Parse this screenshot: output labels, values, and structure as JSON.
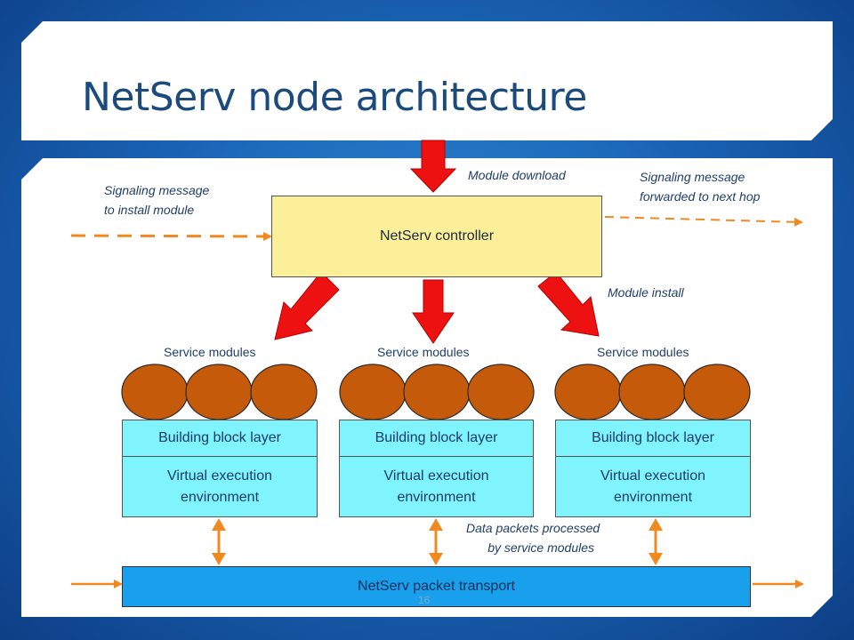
{
  "slide": {
    "title": "NetServ node architecture",
    "page_number": "16"
  },
  "labels": {
    "signal_install": [
      "Signaling message",
      "to install module"
    ],
    "module_download": "Module download",
    "signal_forward": [
      "Signaling message",
      "forwarded to next hop"
    ],
    "module_install": "Module install",
    "data_packets": [
      "Data packets processed",
      "by service modules"
    ]
  },
  "controller": {
    "label": "NetServ controller"
  },
  "stacks": [
    {
      "service_label": "Service modules",
      "building_block": "Building block layer",
      "vee": [
        "Virtual execution",
        "environment"
      ]
    },
    {
      "service_label": "Service modules",
      "building_block": "Building block layer",
      "vee": [
        "Virtual execution",
        "environment"
      ]
    },
    {
      "service_label": "Service modules",
      "building_block": "Building block layer",
      "vee": [
        "Virtual execution",
        "environment"
      ]
    }
  ],
  "transport": {
    "label": "NetServ packet transport"
  },
  "colors": {
    "controller_fill": "#fbef99",
    "layer_fill": "#7ff4fc",
    "module_fill": "#c55a0a",
    "transport_fill": "#18a0ec",
    "red_arrow": "#ee1111",
    "orange_arrow": "#f08a20"
  }
}
